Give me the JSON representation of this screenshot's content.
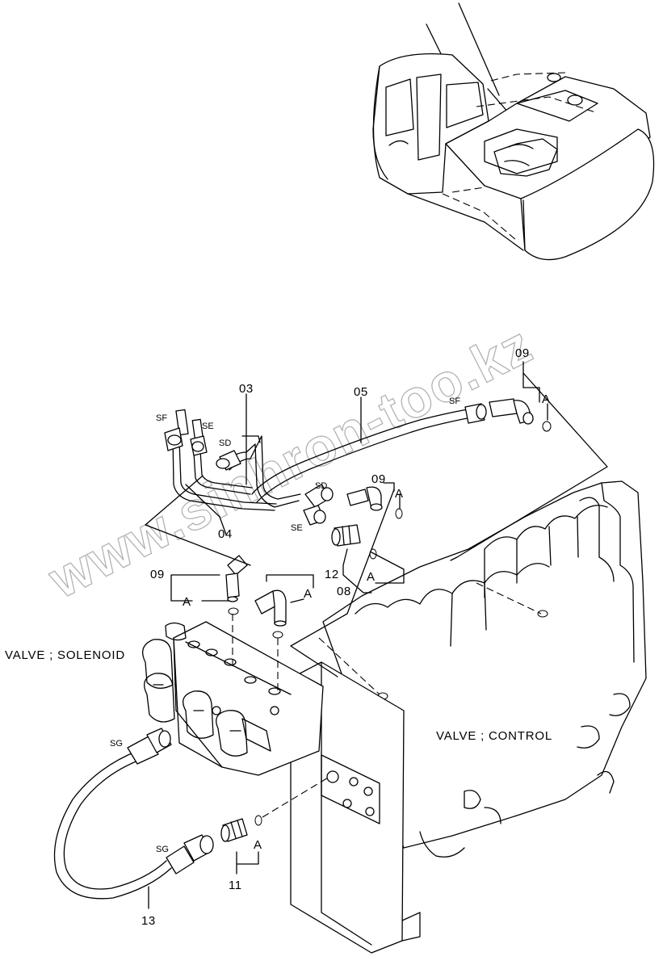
{
  "diagram": {
    "watermark": "www.sinhron-too.kz",
    "components": {
      "solenoid_valve": "VALVE ; SOLENOID",
      "control_valve": "VALVE ; CONTROL"
    },
    "part_numbers": {
      "p03": "03",
      "p04": "04",
      "p05": "05",
      "p08": "08",
      "p09_top": "09",
      "p09_mid": "09",
      "p09_left": "09",
      "p11": "11",
      "p12": "12",
      "p13": "13"
    },
    "port_labels": {
      "sf_left": "SF",
      "se_left": "SE",
      "sd_left": "SD",
      "sd_mid": "SD",
      "se_mid": "SE",
      "sf_right": "SF",
      "sg_top": "SG",
      "sg_bottom": "SG"
    },
    "detail_labels": {
      "a_top": "A",
      "a_mid": "A",
      "a_08": "A",
      "a_left": "A",
      "a_12": "A",
      "a_11": "A"
    }
  }
}
